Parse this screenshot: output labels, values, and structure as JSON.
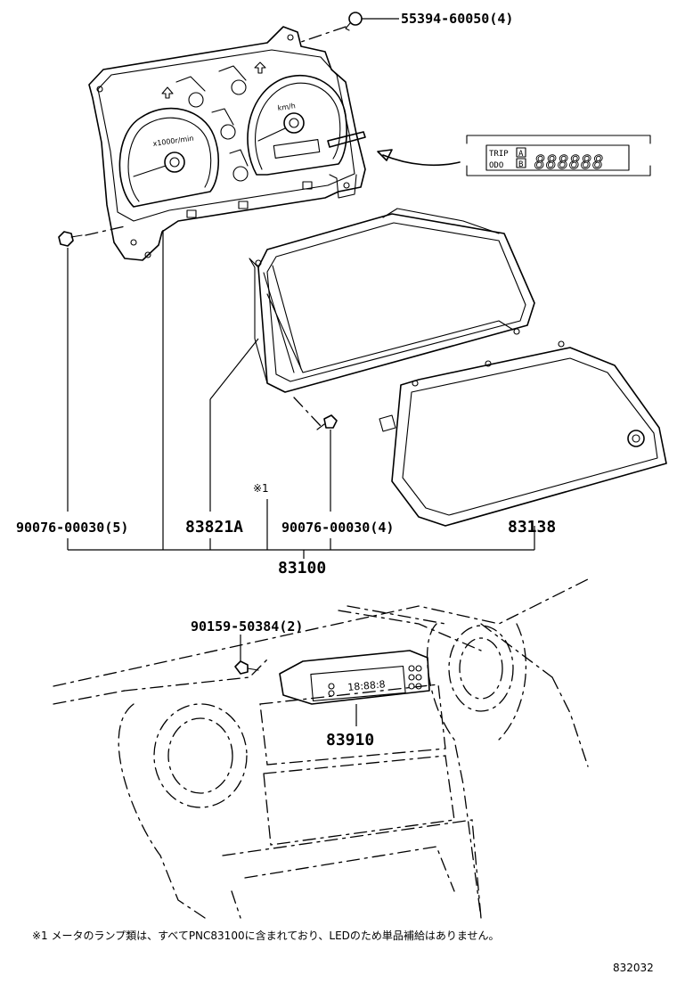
{
  "labels": {
    "screw_top": "55394-60050(4)",
    "screw_left": "90076-00030(5)",
    "part_83821a": "83821A",
    "mark_1": "※1",
    "screw_mid": "90076-00030(4)",
    "part_83138": "83138",
    "assembly": "83100",
    "screw_clock": "90159-50384(2)",
    "clock": "83910"
  },
  "inset": {
    "trip": "TRIP",
    "odo": "ODO",
    "a": "A",
    "b": "B",
    "digits": "888888"
  },
  "gauges": {
    "tach_unit": "x1000r/min",
    "speed_unit": "km/h"
  },
  "clock_display": "18:88:8",
  "footnote": "※1 メータのランプ類は、すべてPNC83100に含まれており、LEDのため単品補給はありません。",
  "figure_number": "832032"
}
